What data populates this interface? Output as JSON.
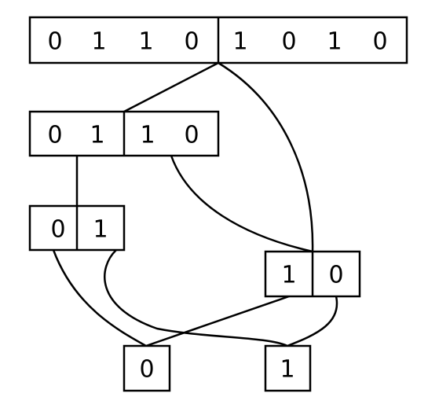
{
  "nodes": {
    "root": {
      "cells": [
        "0",
        "1",
        "1",
        "0",
        "1",
        "0",
        "1",
        "0"
      ]
    },
    "level1_left": {
      "cells": [
        "0",
        "1",
        "1",
        "0"
      ]
    },
    "level2_left": {
      "cells": [
        "0",
        "1"
      ]
    },
    "level2_right": {
      "cells": [
        "1",
        "0"
      ]
    },
    "leaf_zero": {
      "cells": [
        "0"
      ]
    },
    "leaf_one": {
      "cells": [
        "1"
      ]
    }
  },
  "colors": {
    "stroke": "#000000",
    "background": "#ffffff"
  }
}
